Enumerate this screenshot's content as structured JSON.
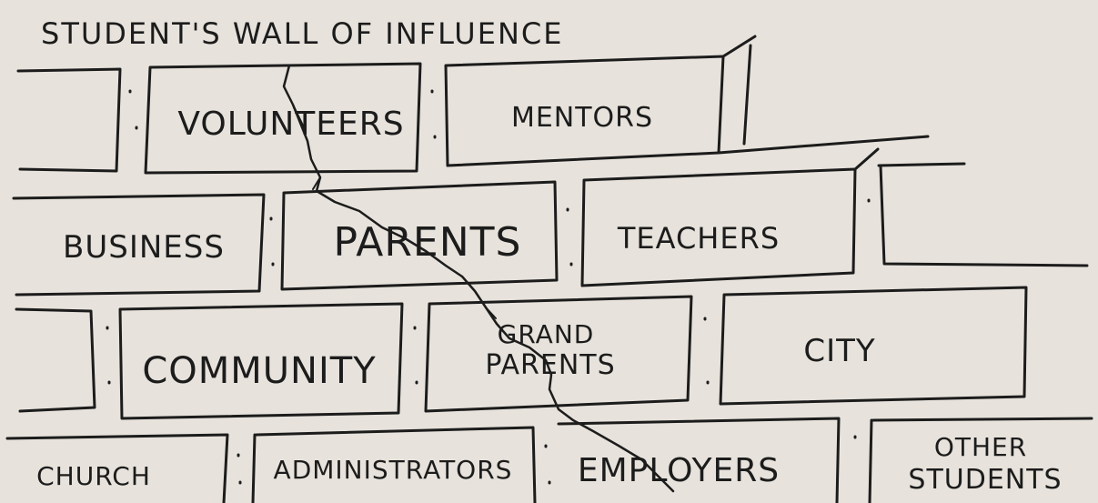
{
  "title": "STUDENT'S WALL OF INFLUENCE",
  "bricks": {
    "volunteers": "VOLUNTEERS",
    "mentors": "MENTORS",
    "business": "BUSINESS",
    "parents": "PARENTS",
    "teachers": "TEACHERS",
    "community": "COMMUNITY",
    "grand_line1": "GRAND",
    "grand_line2": "PARENTS",
    "city": "CITY",
    "church": "CHURCH",
    "administrators": "ADMINISTRATORS",
    "employers": "EMPLOYERS",
    "other_line1": "OTHER",
    "other_line2": "STUDENTS"
  },
  "colors": {
    "paper": "#e7e3dc",
    "ink": "#1c1c1c"
  }
}
